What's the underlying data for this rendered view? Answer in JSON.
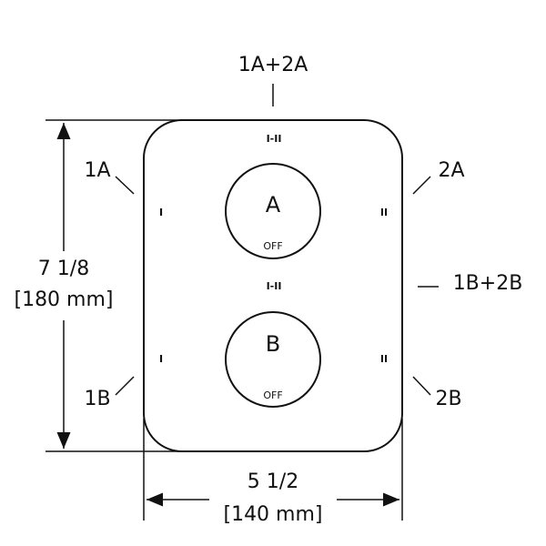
{
  "labels": {
    "top": "1A+2A",
    "left_top": "1A",
    "right_top": "2A",
    "left_bottom": "1B",
    "right_bottom": "2B",
    "right_middle": "1B+2B"
  },
  "marks": {
    "top_upper": "I-II",
    "top_lower": "I-II",
    "left_upper": "I",
    "right_upper": "II",
    "left_lower": "I",
    "right_lower": "II"
  },
  "knobs": {
    "a": {
      "letter": "A",
      "status": "OFF"
    },
    "b": {
      "letter": "B",
      "status": "OFF"
    }
  },
  "dimensions": {
    "height_imperial": "7 1/8",
    "height_metric": "[180 mm]",
    "width_imperial": "5 1/2",
    "width_metric": "[140 mm]"
  }
}
